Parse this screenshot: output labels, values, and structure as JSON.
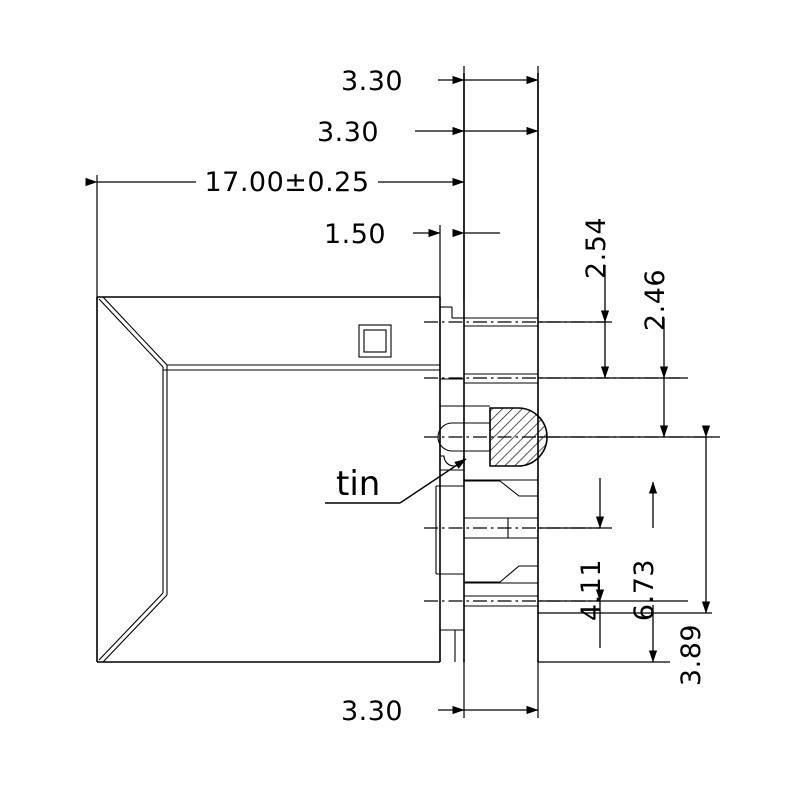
{
  "drawing": {
    "type": "mechanical-part-dimension-drawing",
    "subject": "connector body with tin-plated contact pin",
    "background_color": "#ffffff",
    "line_color": "#000000",
    "units": "mm",
    "annotations": {
      "material_note": {
        "label": "tin",
        "underlined": true,
        "leader_points_to": "hatched-contact-pin"
      }
    },
    "dimensions": {
      "horizontal": [
        {
          "id": "top-3-30",
          "value": "3.30",
          "orientation": "horizontal",
          "position": "top"
        },
        {
          "id": "second-3-30",
          "value": "3.30",
          "orientation": "horizontal",
          "position": "upper"
        },
        {
          "id": "overall-17",
          "value": "17.00±0.25",
          "orientation": "horizontal",
          "position": "upper-left",
          "nominal": 17.0,
          "tolerance": 0.25
        },
        {
          "id": "width-1-50",
          "value": "1.50",
          "orientation": "horizontal",
          "position": "middle-upper"
        },
        {
          "id": "bottom-3-30",
          "value": "3.30",
          "orientation": "horizontal",
          "position": "bottom"
        }
      ],
      "vertical": [
        {
          "id": "pitch-2-54",
          "value": "2.54",
          "orientation": "vertical",
          "position": "right",
          "nominal": 2.54
        },
        {
          "id": "gap-2-46",
          "value": "2.46",
          "orientation": "vertical",
          "position": "right",
          "nominal": 2.46
        },
        {
          "id": "dist-3-89",
          "value": "3.89",
          "orientation": "vertical",
          "position": "far-right",
          "nominal": 3.89
        },
        {
          "id": "dist-4-11",
          "value": "4.11",
          "orientation": "vertical",
          "position": "right-lower",
          "nominal": 4.11
        },
        {
          "id": "dist-6-73",
          "value": "6.73",
          "orientation": "vertical",
          "position": "right-lower",
          "nominal": 6.73
        }
      ]
    },
    "features": [
      {
        "id": "housing-body",
        "description": "isometric shell body with chamfered corners"
      },
      {
        "id": "square-detail",
        "description": "small square boss on upper face"
      },
      {
        "id": "contact-pin-top",
        "description": "upper flat contact blade"
      },
      {
        "id": "contact-pin-tin",
        "description": "tin plated rounded pin, section hatched"
      },
      {
        "id": "contact-pin-middle",
        "description": "tapered spring contact"
      },
      {
        "id": "contact-pin-bottom",
        "description": "lower flat contact blade"
      }
    ]
  }
}
